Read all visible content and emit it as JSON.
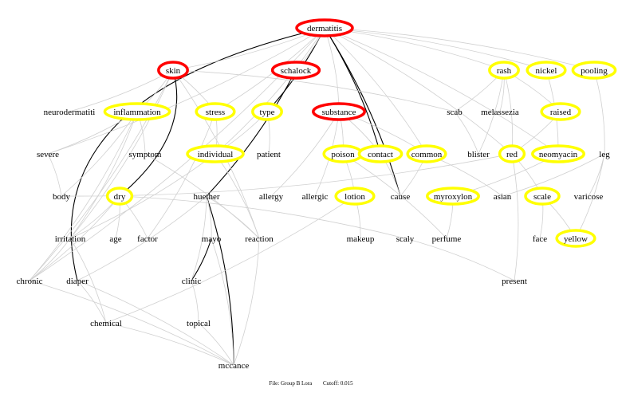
{
  "graph": {
    "colors": {
      "primary": "#ff0000",
      "secondary": "#ffff00",
      "edge_strong": "#000000",
      "edge_weak": "#d0d0d0"
    },
    "nodes": [
      {
        "id": "dermatitis",
        "label": "dermatitis",
        "style": "primary"
      },
      {
        "id": "skin",
        "label": "skin",
        "style": "primary"
      },
      {
        "id": "schalock",
        "label": "schalock",
        "style": "primary"
      },
      {
        "id": "rash",
        "label": "rash",
        "style": "secondary"
      },
      {
        "id": "nickel",
        "label": "nickel",
        "style": "secondary"
      },
      {
        "id": "pooling",
        "label": "pooling",
        "style": "secondary"
      },
      {
        "id": "neurodermatiti",
        "label": "neurodermatiti",
        "style": "plain"
      },
      {
        "id": "inflammation",
        "label": "inflammation",
        "style": "secondary"
      },
      {
        "id": "stress",
        "label": "stress",
        "style": "secondary"
      },
      {
        "id": "type",
        "label": "type",
        "style": "secondary"
      },
      {
        "id": "substance",
        "label": "substance",
        "style": "primary"
      },
      {
        "id": "scab",
        "label": "scab",
        "style": "plain"
      },
      {
        "id": "melassezia",
        "label": "melassezia",
        "style": "plain"
      },
      {
        "id": "raised",
        "label": "raised",
        "style": "secondary"
      },
      {
        "id": "severe",
        "label": "severe",
        "style": "plain"
      },
      {
        "id": "symptom",
        "label": "symptom",
        "style": "plain"
      },
      {
        "id": "individual",
        "label": "individual",
        "style": "secondary"
      },
      {
        "id": "patient",
        "label": "patient",
        "style": "plain"
      },
      {
        "id": "poison",
        "label": "poison",
        "style": "secondary"
      },
      {
        "id": "contact",
        "label": "contact",
        "style": "secondary"
      },
      {
        "id": "common",
        "label": "common",
        "style": "secondary"
      },
      {
        "id": "blister",
        "label": "blister",
        "style": "plain"
      },
      {
        "id": "red",
        "label": "red",
        "style": "secondary"
      },
      {
        "id": "neomyacin",
        "label": "neomyacin",
        "style": "secondary"
      },
      {
        "id": "leg",
        "label": "leg",
        "style": "plain"
      },
      {
        "id": "body",
        "label": "body",
        "style": "plain"
      },
      {
        "id": "dry",
        "label": "dry",
        "style": "secondary"
      },
      {
        "id": "huether",
        "label": "huether",
        "style": "plain"
      },
      {
        "id": "allergy",
        "label": "allergy",
        "style": "plain"
      },
      {
        "id": "allergic",
        "label": "allergic",
        "style": "plain"
      },
      {
        "id": "lotion",
        "label": "lotion",
        "style": "secondary"
      },
      {
        "id": "cause",
        "label": "cause",
        "style": "plain"
      },
      {
        "id": "myroxylon",
        "label": "myroxylon",
        "style": "secondary"
      },
      {
        "id": "asian",
        "label": "asian",
        "style": "plain"
      },
      {
        "id": "scale",
        "label": "scale",
        "style": "secondary"
      },
      {
        "id": "varicose",
        "label": "varicose",
        "style": "plain"
      },
      {
        "id": "irritation",
        "label": "irritation",
        "style": "plain"
      },
      {
        "id": "age",
        "label": "age",
        "style": "plain"
      },
      {
        "id": "factor",
        "label": "factor",
        "style": "plain"
      },
      {
        "id": "mayo",
        "label": "mayo",
        "style": "plain"
      },
      {
        "id": "reaction",
        "label": "reaction",
        "style": "plain"
      },
      {
        "id": "makeup",
        "label": "makeup",
        "style": "plain"
      },
      {
        "id": "scaly",
        "label": "scaly",
        "style": "plain"
      },
      {
        "id": "perfume",
        "label": "perfume",
        "style": "plain"
      },
      {
        "id": "face",
        "label": "face",
        "style": "plain"
      },
      {
        "id": "yellow",
        "label": "yellow",
        "style": "secondary"
      },
      {
        "id": "chronic",
        "label": "chronic",
        "style": "plain"
      },
      {
        "id": "diaper",
        "label": "diaper",
        "style": "plain"
      },
      {
        "id": "clinic",
        "label": "clinic",
        "style": "plain"
      },
      {
        "id": "present",
        "label": "present",
        "style": "plain"
      },
      {
        "id": "chemical",
        "label": "chemical",
        "style": "plain"
      },
      {
        "id": "topical",
        "label": "topical",
        "style": "plain"
      },
      {
        "id": "mccance",
        "label": "mccance",
        "style": "plain"
      }
    ],
    "edges": [
      [
        "dermatitis",
        "diaper",
        1
      ],
      [
        "dermatitis",
        "type",
        1
      ],
      [
        "dermatitis",
        "contact",
        1
      ],
      [
        "dermatitis",
        "cause",
        1
      ],
      [
        "schalock",
        "huether",
        1
      ],
      [
        "skin",
        "dry",
        1
      ],
      [
        "huether",
        "mccance",
        1
      ],
      [
        "mayo",
        "clinic",
        1
      ],
      [
        "dermatitis",
        "chronic",
        0
      ],
      [
        "dermatitis",
        "skin",
        0
      ],
      [
        "dermatitis",
        "schalock",
        0
      ],
      [
        "dermatitis",
        "rash",
        0
      ],
      [
        "dermatitis",
        "nickel",
        0
      ],
      [
        "dermatitis",
        "pooling",
        0
      ],
      [
        "dermatitis",
        "substance",
        0
      ],
      [
        "dermatitis",
        "individual",
        0
      ],
      [
        "dermatitis",
        "stress",
        0
      ],
      [
        "dermatitis",
        "common",
        0
      ],
      [
        "dermatitis",
        "neomyacin",
        0
      ],
      [
        "dermatitis",
        "red",
        0
      ],
      [
        "dermatitis",
        "severe",
        0
      ],
      [
        "skin",
        "inflammation",
        0
      ],
      [
        "skin",
        "neurodermatiti",
        0
      ],
      [
        "skin",
        "stress",
        0
      ],
      [
        "skin",
        "scab",
        0
      ],
      [
        "skin",
        "irritation",
        0
      ],
      [
        "skin",
        "chronic",
        0
      ],
      [
        "skin",
        "reaction",
        0
      ],
      [
        "inflammation",
        "severe",
        0
      ],
      [
        "inflammation",
        "symptom",
        0
      ],
      [
        "inflammation",
        "irritation",
        0
      ],
      [
        "inflammation",
        "chronic",
        0
      ],
      [
        "inflammation",
        "body",
        0
      ],
      [
        "stress",
        "factor",
        0
      ],
      [
        "stress",
        "individual",
        0
      ],
      [
        "type",
        "patient",
        0
      ],
      [
        "type",
        "individual",
        0
      ],
      [
        "substance",
        "poison",
        0
      ],
      [
        "substance",
        "allergic",
        0
      ],
      [
        "substance",
        "contact",
        0
      ],
      [
        "substance",
        "common",
        0
      ],
      [
        "substance",
        "allergy",
        0
      ],
      [
        "rash",
        "scab",
        0
      ],
      [
        "rash",
        "melassezia",
        0
      ],
      [
        "rash",
        "raised",
        0
      ],
      [
        "rash",
        "red",
        0
      ],
      [
        "rash",
        "blister",
        0
      ],
      [
        "nickel",
        "neomyacin",
        0
      ],
      [
        "pooling",
        "leg",
        0
      ],
      [
        "raised",
        "red",
        0
      ],
      [
        "scab",
        "blister",
        0
      ],
      [
        "severe",
        "body",
        0
      ],
      [
        "symptom",
        "reaction",
        0
      ],
      [
        "individual",
        "reaction",
        0
      ],
      [
        "individual",
        "irritation",
        0
      ],
      [
        "poison",
        "lotion",
        0
      ],
      [
        "poison",
        "perfume",
        0
      ],
      [
        "contact",
        "cause",
        0
      ],
      [
        "common",
        "cause",
        0
      ],
      [
        "common",
        "asian",
        0
      ],
      [
        "red",
        "scale",
        0
      ],
      [
        "red",
        "present",
        0
      ],
      [
        "red",
        "body",
        0
      ],
      [
        "neomyacin",
        "myroxylon",
        0
      ],
      [
        "leg",
        "varicose",
        0
      ],
      [
        "leg",
        "yellow",
        0
      ],
      [
        "leg",
        "asian",
        0
      ],
      [
        "dry",
        "irritation",
        0
      ],
      [
        "dry",
        "age",
        0
      ],
      [
        "dry",
        "factor",
        0
      ],
      [
        "dry",
        "scaly",
        0
      ],
      [
        "dry",
        "chronic",
        0
      ],
      [
        "huether",
        "mayo",
        0
      ],
      [
        "huether",
        "diaper",
        0
      ],
      [
        "huether",
        "clinic",
        0
      ],
      [
        "huether",
        "reaction",
        0
      ],
      [
        "lotion",
        "makeup",
        0
      ],
      [
        "lotion",
        "chemical",
        0
      ],
      [
        "myroxylon",
        "perfume",
        0
      ],
      [
        "scale",
        "face",
        0
      ],
      [
        "scale",
        "yellow",
        0
      ],
      [
        "scaly",
        "present",
        0
      ],
      [
        "irritation",
        "chemical",
        0
      ],
      [
        "irritation",
        "chronic",
        0
      ],
      [
        "diaper",
        "chemical",
        0
      ],
      [
        "diaper",
        "mccance",
        0
      ],
      [
        "clinic",
        "topical",
        0
      ],
      [
        "topical",
        "mccance",
        0
      ],
      [
        "mayo",
        "mccance",
        0
      ],
      [
        "reaction",
        "mccance",
        0
      ],
      [
        "chronic",
        "mccance",
        0
      ],
      [
        "chemical",
        "mccance",
        0
      ]
    ]
  },
  "footer": {
    "file": "File: Group B  Lora",
    "cutoff": "Cutoff: 0.015"
  }
}
